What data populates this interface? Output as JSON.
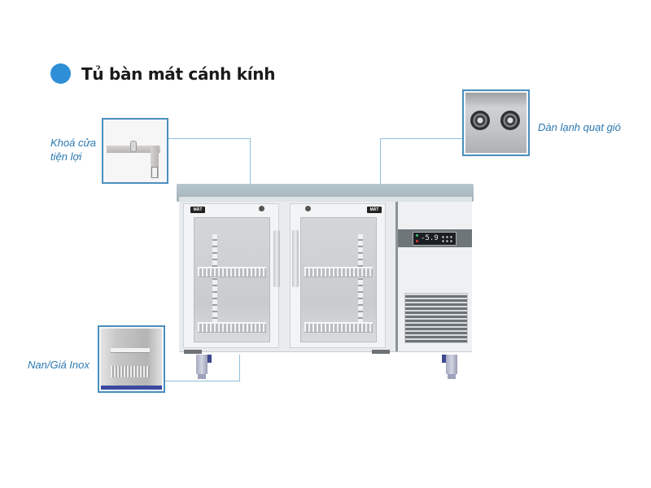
{
  "header": {
    "title": "Tủ bàn mát cánh kính",
    "bullet_color": "#2e8fd6"
  },
  "callouts": [
    {
      "id": "door-lock",
      "label_line1": "Khoá cửa",
      "label_line2": "tiện lợi",
      "image": "door-lock-closeup"
    },
    {
      "id": "fan-evaporator",
      "label": "Dàn lạnh quạt gió",
      "image": "twin-fan-evaporator"
    },
    {
      "id": "shelf",
      "label": "Nan/Giá Inox",
      "image": "stainless-wire-shelf"
    }
  ],
  "product": {
    "door_badges": [
      "MÁT",
      "MÁT"
    ],
    "controller_display": "-5.9",
    "accent_color": "#4a8fbd",
    "label_color": "#2a78b0"
  }
}
